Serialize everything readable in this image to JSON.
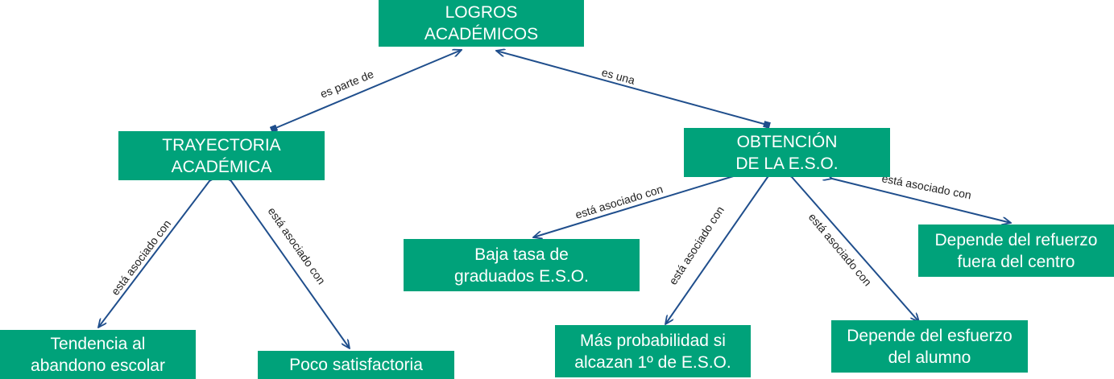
{
  "colors": {
    "node_fill": "#00a27a",
    "node_text": "#ffffff",
    "edge": "#1f4e8c",
    "label_text": "#222222"
  },
  "nodes": {
    "logros": "LOGROS\nACADÉMICOS",
    "trayectoria": "TRAYECTORIA\nACADÉMICA",
    "obtencion": "OBTENCIÓN\nDE LA E.S.O.",
    "tendencia": "Tendencia al\nabandono escolar",
    "poco": "Poco satisfactoria",
    "baja": "Baja tasa de\ngraduados E.S.O.",
    "mas": "Más probabilidad si\nalcazan 1º de E.S.O.",
    "esfuerzo": "Depende del esfuerzo\ndel alumno",
    "refuerzo": "Depende del refuerzo\nfuera del centro"
  },
  "edges": {
    "logros_trayectoria": "es parte de",
    "logros_obtencion": "es una",
    "tray_tendencia": "está asociado con",
    "tray_poco": "está asociado con",
    "obt_baja": "está asociado con",
    "obt_mas": "está asociado con",
    "obt_esfuerzo": "está asociado con",
    "obt_refuerzo": "está asociado con"
  }
}
